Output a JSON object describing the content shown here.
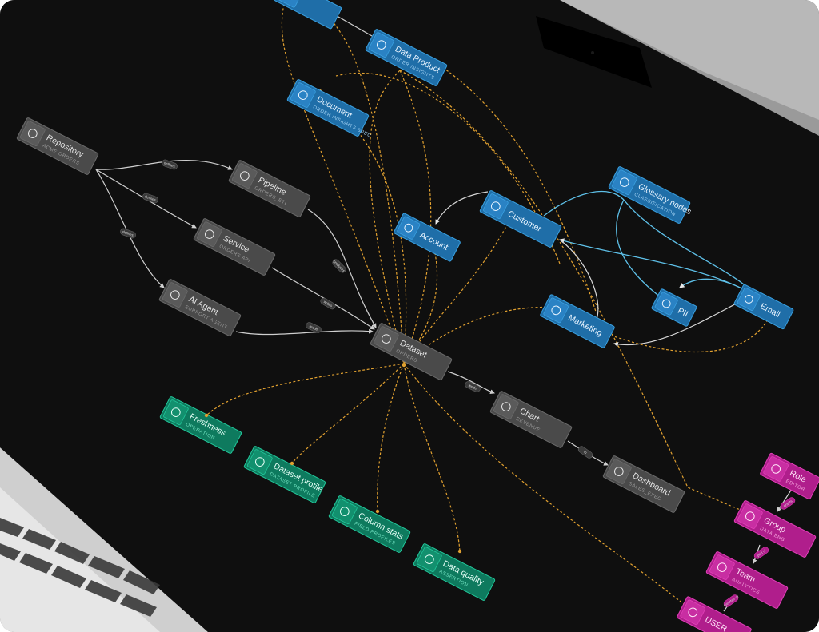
{
  "canvas": {
    "background": "#111111",
    "colors": {
      "infra": "#4a4a4a",
      "infra_border": "#6a6a6a",
      "entity": "#1f6ea8",
      "entity_border": "#3aa0e0",
      "quality": "#0e7a5e",
      "quality_border": "#22c79a",
      "access": "#b01e8c",
      "access_border": "#e040b8",
      "lineage_edge": "#cfcfcf",
      "semantic_edge": "#e0a030",
      "glossary_edge": "#5ec0e8"
    }
  },
  "nodes": {
    "top_clipped": {
      "label": "",
      "sub": "",
      "icon": "",
      "kind": "entity"
    },
    "data_product": {
      "label": "Data Product",
      "sub": "ORDER INSIGHTS",
      "icon": "data-product-icon",
      "kind": "entity"
    },
    "document": {
      "label": "Document",
      "sub": "ORDER INSIGHTS SPEC",
      "icon": "document-icon",
      "kind": "entity"
    },
    "repository": {
      "label": "Repository",
      "sub": "ACME ORDERS",
      "icon": "repository-icon",
      "kind": "infra"
    },
    "pipeline": {
      "label": "Pipeline",
      "sub": "ORDERS_ETL",
      "icon": "pipeline-icon",
      "kind": "infra"
    },
    "service": {
      "label": "Service",
      "sub": "ORDERS API",
      "icon": "service-icon",
      "kind": "infra"
    },
    "ai_agent": {
      "label": "AI Agent",
      "sub": "SUPPORT AGENT",
      "icon": "ai-agent-icon",
      "kind": "infra"
    },
    "dataset": {
      "label": "Dataset",
      "sub": "ORDERS",
      "icon": "dataset-icon",
      "kind": "infra"
    },
    "chart": {
      "label": "Chart",
      "sub": "REVENUE",
      "icon": "chart-icon",
      "kind": "infra"
    },
    "dashboard": {
      "label": "Dashboard",
      "sub": "SALES_EXEC",
      "icon": "dashboard-icon",
      "kind": "infra"
    },
    "account": {
      "label": "Account",
      "sub": "",
      "icon": "account-icon",
      "kind": "entity"
    },
    "customer": {
      "label": "Customer",
      "sub": "",
      "icon": "customer-icon",
      "kind": "entity"
    },
    "glossary_nodes": {
      "label": "Glossary nodes",
      "sub": "CLASSIFICATION",
      "icon": "glossary-icon",
      "kind": "entity"
    },
    "marketing": {
      "label": "Marketing",
      "sub": "",
      "icon": "marketing-icon",
      "kind": "entity"
    },
    "pii": {
      "label": "PII",
      "sub": "",
      "icon": "pii-icon",
      "kind": "entity"
    },
    "email": {
      "label": "Email",
      "sub": "",
      "icon": "email-icon",
      "kind": "entity"
    },
    "freshness": {
      "label": "Freshness",
      "sub": "OPERATION",
      "icon": "freshness-icon",
      "kind": "quality"
    },
    "dataset_profile": {
      "label": "Dataset profile",
      "sub": "DATASET PROFILE",
      "icon": "dataset-profile-icon",
      "kind": "quality"
    },
    "column_stats": {
      "label": "Column stats",
      "sub": "FIELD PROFILES",
      "icon": "column-stats-icon",
      "kind": "quality"
    },
    "data_quality": {
      "label": "Data quality",
      "sub": "ASSERTION",
      "icon": "data-quality-icon",
      "kind": "quality"
    },
    "role": {
      "label": "Role",
      "sub": "EDITOR",
      "icon": "role-icon",
      "kind": "access"
    },
    "group": {
      "label": "Group",
      "sub": "DATA ENG",
      "icon": "group-icon",
      "kind": "access"
    },
    "team": {
      "label": "Team",
      "sub": "ANALYTICS",
      "icon": "team-icon",
      "kind": "access"
    },
    "user": {
      "label": "USER",
      "sub": "",
      "icon": "user-icon",
      "kind": "access"
    }
  },
  "edge_tags": {
    "repo_pipeline": "defines",
    "repo_service": "defines",
    "repo_agent": "defines",
    "pipeline_dataset": "produces",
    "service_dataset": "writes",
    "agent_dataset": "reads",
    "dataset_chart": "feeds",
    "chart_dashboard": "in",
    "group_role": "grants",
    "team_group": "part of",
    "user_team": "member of"
  }
}
